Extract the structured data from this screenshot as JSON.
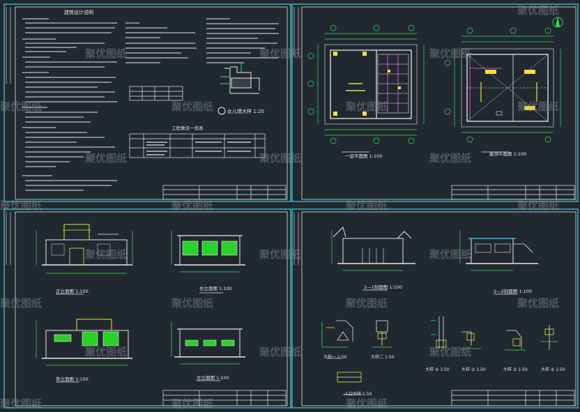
{
  "colors": {
    "background": "#212830",
    "frame": "#3fd6e6",
    "line": "#e8e8e8",
    "dim": "#37e05a",
    "accent": "#f0e040",
    "red": "#ff3b3b",
    "magenta": "#ff5cff",
    "window": "#2ad12a",
    "watermark": "#8a8f96"
  },
  "watermark": {
    "text": "聚优图纸"
  },
  "sheets": [
    {
      "id": "sheet-design-notes",
      "title": "建筑设计说明",
      "caption": "女儿墙大样 1:20",
      "table_title": "工程做法一览表"
    },
    {
      "id": "sheet-plans",
      "plan_left_caption": "一层平面图 1:100",
      "plan_right_caption": "屋顶平面图 1:100"
    },
    {
      "id": "sheet-elevations",
      "elev1_caption": "正立面图 1:100",
      "elev2_caption": "右立面图 1:100",
      "elev3_caption": "背立面图 1:100",
      "elev4_caption": "左立面图 1:100"
    },
    {
      "id": "sheet-sections",
      "sec1_caption": "1—1剖面图 1:100",
      "sec2_caption": "2—2剖面图 1:100",
      "detail1_caption": "大样一 1:50",
      "detail2_caption": "大样二 1:50",
      "detail3_caption": "大样 ① 1:50",
      "detail4_caption": "大样 ② 1:50",
      "detail5_caption": "大样 ③ 1:50",
      "detail6_caption": "大样 ④ 1:50",
      "entry_caption": "入口大样 1:50"
    }
  ]
}
